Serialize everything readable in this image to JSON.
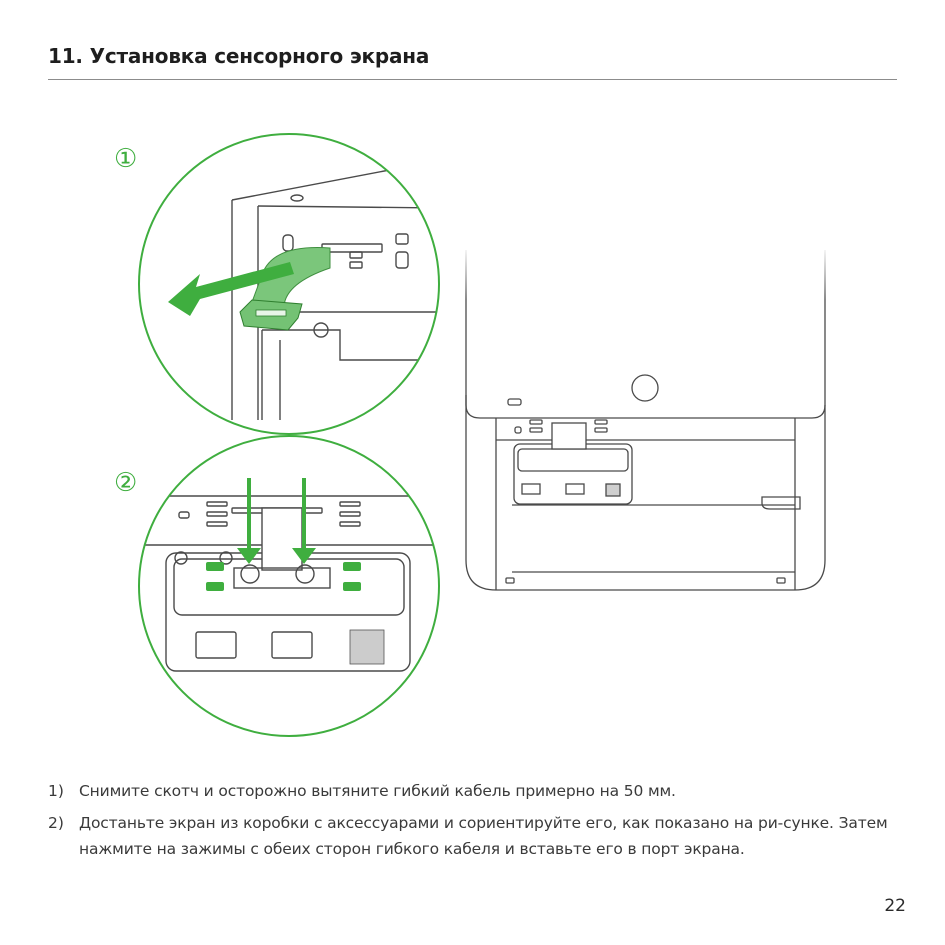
{
  "header": {
    "title": "11. Установка сенсорного экрана"
  },
  "figure": {
    "step1_marker": "①",
    "step2_marker": "②",
    "accent_color": "#3fae3f",
    "line_color": "#4a4a4a"
  },
  "steps": [
    {
      "num": "1)",
      "text": "Снимите скотч и осторожно вытяните гибкий кабель примерно на 50 мм."
    },
    {
      "num": "2)",
      "text": "Достаньте экран из коробки с аксессуарами и сориентируйте его, как показано на ри-сунке. Затем нажмите на зажимы с обеих сторон гибкого кабеля и вставьте его в порт экрана."
    }
  ],
  "footer": {
    "page_number": "22"
  }
}
